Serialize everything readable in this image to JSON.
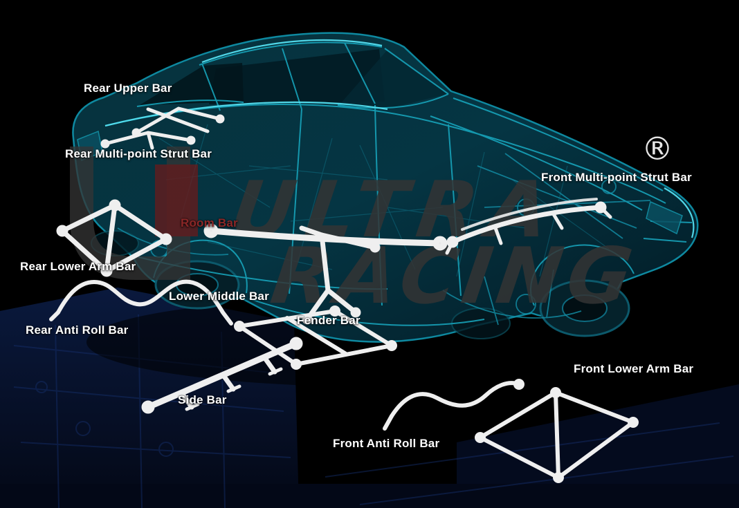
{
  "scene": {
    "description": "Ultra Racing car chassis strengthening bars diagram",
    "registered_mark": "®"
  },
  "watermark": {
    "logo": "UR",
    "line1": "ULTRA",
    "line2": "RACING"
  },
  "labels": [
    {
      "id": "rear-upper-bar",
      "text": "Rear Upper Bar",
      "color": "#ffffff"
    },
    {
      "id": "rear-multi-point-strut-bar",
      "text": "Rear Multi-point Strut Bar",
      "color": "#ffffff"
    },
    {
      "id": "front-multi-point-strut-bar",
      "text": "Front Multi-point Strut Bar",
      "color": "#ffffff"
    },
    {
      "id": "room-bar",
      "text": "Room Bar",
      "color": "#8b2727"
    },
    {
      "id": "rear-lower-arm-bar",
      "text": "Rear Lower Arm Bar",
      "color": "#ffffff"
    },
    {
      "id": "lower-middle-bar",
      "text": "Lower Middle Bar",
      "color": "#ffffff"
    },
    {
      "id": "rear-anti-roll-bar",
      "text": "Rear Anti Roll Bar",
      "color": "#ffffff"
    },
    {
      "id": "fender-bar",
      "text": "Fender Bar",
      "color": "#ffffff"
    },
    {
      "id": "front-lower-arm-bar",
      "text": "Front Lower Arm Bar",
      "color": "#ffffff"
    },
    {
      "id": "side-bar",
      "text": "Side Bar",
      "color": "#ffffff"
    },
    {
      "id": "front-anti-roll-bar",
      "text": "Front Anti Roll Bar",
      "color": "#ffffff"
    }
  ],
  "colors": {
    "background": "#000000",
    "chassis_teal": "#0e89a0",
    "chassis_highlight": "#54dff0",
    "bar_white": "#efefef",
    "room_bar_label": "#8b2727",
    "watermark_gray": "#343434",
    "watermark_red": "#6e1a1a",
    "platform_blue": "#0b1c44"
  }
}
